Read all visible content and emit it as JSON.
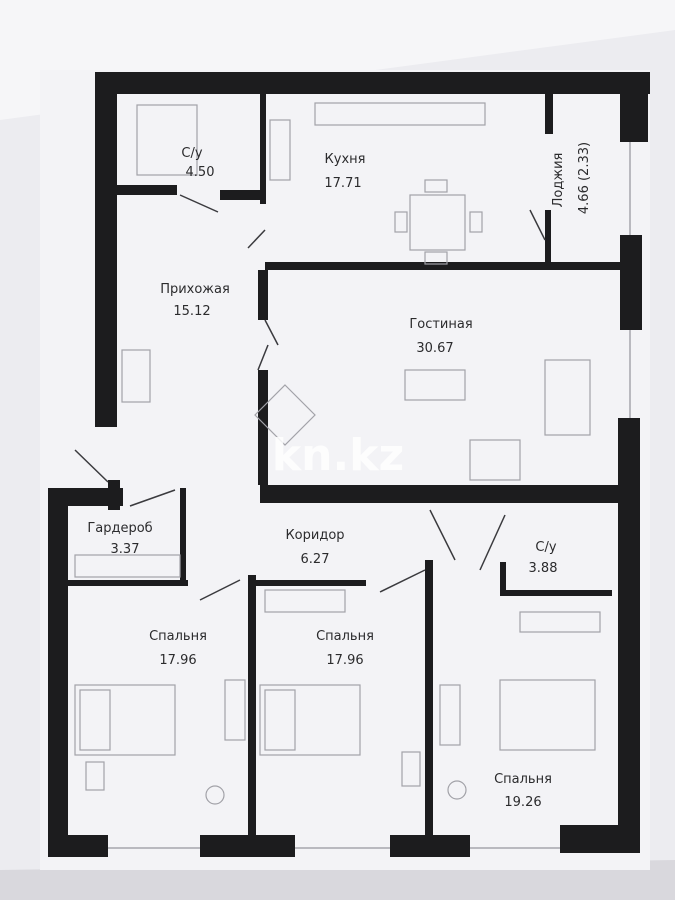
{
  "rooms": [
    {
      "id": "su1",
      "name": "С/у",
      "area": "4.50"
    },
    {
      "id": "kitchen",
      "name": "Кухня",
      "area": "17.71"
    },
    {
      "id": "loggia",
      "name": "Лоджия",
      "area": "4.66 (2.33)"
    },
    {
      "id": "hall",
      "name": "Прихожая",
      "area": "15.12"
    },
    {
      "id": "living",
      "name": "Гостиная",
      "area": "30.67"
    },
    {
      "id": "wardrobe",
      "name": "Гардероб",
      "area": "3.37"
    },
    {
      "id": "corridor",
      "name": "Коридор",
      "area": "6.27"
    },
    {
      "id": "su2",
      "name": "С/у",
      "area": "3.88"
    },
    {
      "id": "bed1",
      "name": "Спальня",
      "area": "17.96"
    },
    {
      "id": "bed2",
      "name": "Спальня",
      "area": "17.96"
    },
    {
      "id": "bed3",
      "name": "Спальня",
      "area": "19.26"
    }
  ],
  "watermark": "kn.kz",
  "colors": {
    "background": "#e9e8ec",
    "paper": "#f3f3f6",
    "wall": "#1c1c1e",
    "furniture": "#9a9aa0"
  }
}
